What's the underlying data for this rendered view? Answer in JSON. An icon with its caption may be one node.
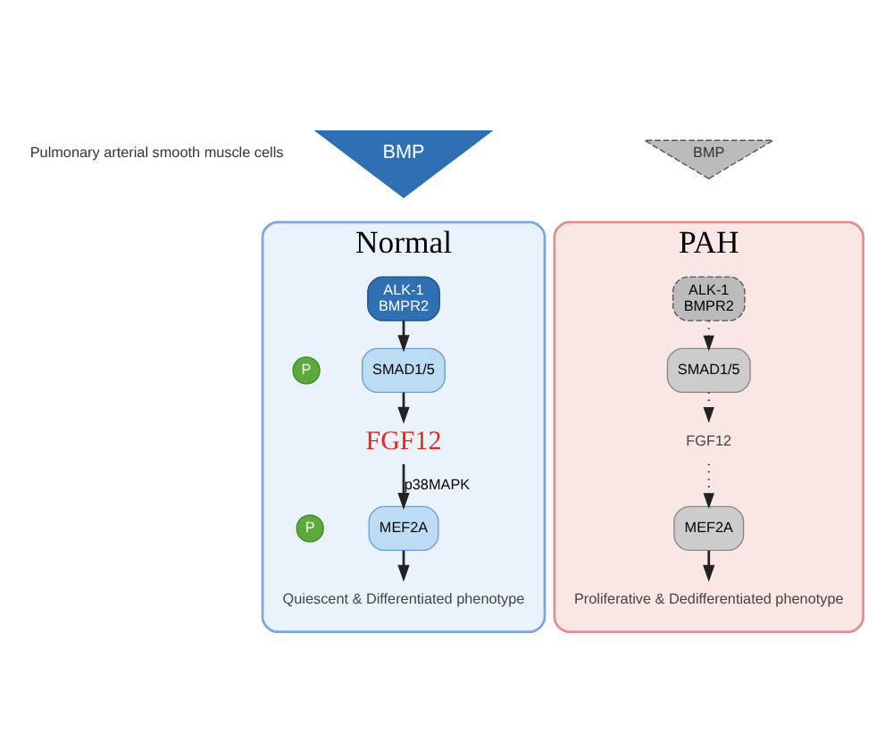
{
  "diagram": {
    "nodes": [
      {
        "text": [
          "Normal"
        ]
      },
      {
        "text": [
          "BMP"
        ]
      },
      {
        "text": [
          "ALK-1",
          "BMPR2"
        ],
        "in": 0
      },
      {
        "text": [
          "P"
        ],
        "in": 0
      },
      {
        "text": [
          "SMAD1/5"
        ],
        "in": 0
      },
      {
        "text": [
          "FGF12"
        ],
        "in": 0
      },
      {
        "text": [
          "P"
        ],
        "in": 0
      },
      {
        "text": [
          "MEF2A"
        ],
        "in": 0
      },
      {
        "text": [
          "Quiescent & Differentiated phenotype"
        ],
        "in": 0
      },
      {
        "text": [
          "PAH"
        ]
      },
      {
        "text": [
          "BMP"
        ]
      },
      {
        "text": [
          "ALK-1",
          "BMPR2"
        ],
        "in": 9
      },
      {
        "text": [
          "SMAD1/5"
        ],
        "in": 9
      },
      {
        "text": [
          "FGF12"
        ],
        "in": 9
      },
      {
        "text": [
          "MEF2A"
        ],
        "in": 9
      },
      {
        "text": [
          "Proliferative & Dedifferentiated phenotype"
        ],
        "in": 9
      }
    ],
    "edges": [
      {
        "from": 2,
        "to": 4,
        "arrow": "to"
      },
      {
        "from": 4,
        "to": 5,
        "arrow": "to"
      },
      {
        "from": 5,
        "to": 7,
        "arrow": "to",
        "label": "p38MAPK"
      },
      {
        "from": 7,
        "to": 8,
        "arrow": "to"
      },
      {
        "from": 11,
        "to": 12,
        "arrow": "to",
        "style": "dashed"
      },
      {
        "from": 12,
        "to": 13,
        "arrow": "to",
        "style": "dashed"
      },
      {
        "from": 13,
        "to": 14,
        "arrow": "to",
        "style": "dashed"
      },
      {
        "from": 14,
        "to": 15,
        "arrow": "to"
      }
    ],
    "labels": [
      "Pulmonary arterial smooth muscle cells"
    ]
  }
}
